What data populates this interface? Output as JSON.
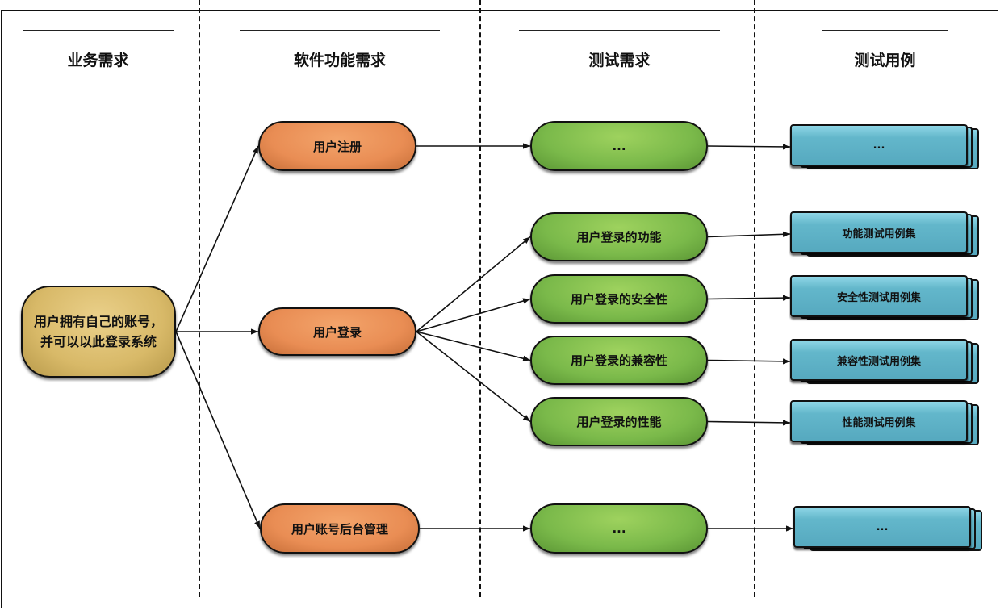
{
  "columns": [
    {
      "title": "业务需求"
    },
    {
      "title": "软件功能需求"
    },
    {
      "title": "测试需求"
    },
    {
      "title": "测试用例"
    }
  ],
  "business": {
    "label": "用户拥有自己的账号，并可以以此登录系统",
    "color": "#d8b968"
  },
  "functions": [
    {
      "label": "用户注册",
      "color": "#e98d54"
    },
    {
      "label": "用户登录",
      "color": "#e98d54"
    },
    {
      "label": "用户账号后台管理",
      "color": "#e98d54"
    }
  ],
  "test_requirements": [
    {
      "label": "...",
      "color": "#7ab94a"
    },
    {
      "label": "用户登录的功能",
      "color": "#7ab94a"
    },
    {
      "label": "用户登录的安全性",
      "color": "#7ab94a"
    },
    {
      "label": "用户登录的兼容性",
      "color": "#7ab94a"
    },
    {
      "label": "用户登录的性能",
      "color": "#7ab94a"
    },
    {
      "label": "...",
      "color": "#7ab94a"
    }
  ],
  "test_cases": [
    {
      "label": "...",
      "color": "#63b7cb"
    },
    {
      "label": "功能测试用例集",
      "color": "#63b7cb"
    },
    {
      "label": "安全性测试用例集",
      "color": "#63b7cb"
    },
    {
      "label": "兼容性测试用例集",
      "color": "#63b7cb"
    },
    {
      "label": "性能测试用例集",
      "color": "#63b7cb"
    },
    {
      "label": "...",
      "color": "#63b7cb"
    }
  ],
  "edges": [
    {
      "from": "business",
      "to": "functions.0"
    },
    {
      "from": "business",
      "to": "functions.1"
    },
    {
      "from": "business",
      "to": "functions.2"
    },
    {
      "from": "functions.0",
      "to": "test_requirements.0"
    },
    {
      "from": "functions.1",
      "to": "test_requirements.1"
    },
    {
      "from": "functions.1",
      "to": "test_requirements.2"
    },
    {
      "from": "functions.1",
      "to": "test_requirements.3"
    },
    {
      "from": "functions.1",
      "to": "test_requirements.4"
    },
    {
      "from": "functions.2",
      "to": "test_requirements.5"
    },
    {
      "from": "test_requirements.0",
      "to": "test_cases.0"
    },
    {
      "from": "test_requirements.1",
      "to": "test_cases.1"
    },
    {
      "from": "test_requirements.2",
      "to": "test_cases.2"
    },
    {
      "from": "test_requirements.3",
      "to": "test_cases.3"
    },
    {
      "from": "test_requirements.4",
      "to": "test_cases.4"
    },
    {
      "from": "test_requirements.5",
      "to": "test_cases.5"
    }
  ]
}
